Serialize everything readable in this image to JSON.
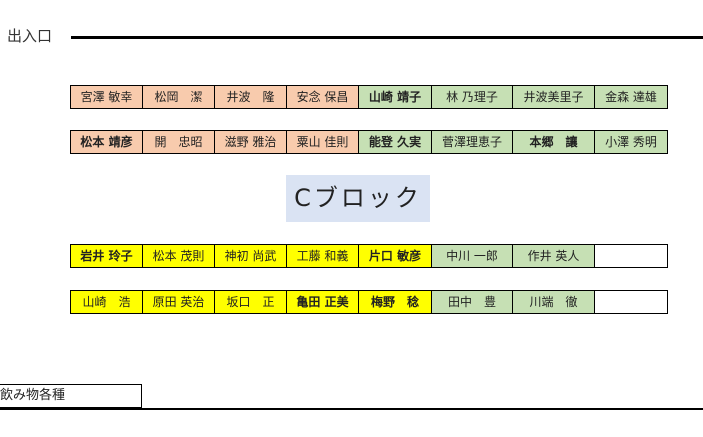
{
  "entrance": {
    "label": "出入口"
  },
  "block": {
    "label": "Cブロック",
    "color": "#dae3f3"
  },
  "colors": {
    "orange": "#f8cbad",
    "green": "#c6e0b4",
    "yellow": "#ffff00",
    "empty": "#ffffff"
  },
  "rows": [
    {
      "seats": [
        {
          "name": "宮澤 敏幸",
          "color": "orange"
        },
        {
          "name": "松岡　潔",
          "color": "orange"
        },
        {
          "name": "井波　隆",
          "color": "orange"
        },
        {
          "name": "安念 保昌",
          "color": "orange"
        },
        {
          "name": "山崎 靖子",
          "color": "green"
        },
        {
          "name": "林 乃理子",
          "color": "green"
        },
        {
          "name": "井波美里子",
          "color": "green"
        },
        {
          "name": "金森 達雄",
          "color": "green"
        }
      ]
    },
    {
      "seats": [
        {
          "name": "松本 靖彦",
          "color": "orange"
        },
        {
          "name": "開　忠昭",
          "color": "orange"
        },
        {
          "name": "滋野 雅治",
          "color": "orange"
        },
        {
          "name": "粟山 佳則",
          "color": "orange"
        },
        {
          "name": "能登 久実",
          "color": "green"
        },
        {
          "name": "菅澤理恵子",
          "color": "green"
        },
        {
          "name": "本郷　讓",
          "color": "green"
        },
        {
          "name": "小澤 秀明",
          "color": "green"
        }
      ]
    },
    {
      "seats": [
        {
          "name": "岩井 玲子",
          "color": "yellow"
        },
        {
          "name": "松本 茂則",
          "color": "yellow"
        },
        {
          "name": "神初 尚武",
          "color": "yellow"
        },
        {
          "name": "工藤 和義",
          "color": "yellow"
        },
        {
          "name": "片口 敏彦",
          "color": "yellow"
        },
        {
          "name": "中川 一郎",
          "color": "green"
        },
        {
          "name": "作井 英人",
          "color": "green"
        },
        {
          "name": "",
          "color": "empty"
        }
      ]
    },
    {
      "seats": [
        {
          "name": "山崎　浩",
          "color": "yellow"
        },
        {
          "name": "原田 英治",
          "color": "yellow"
        },
        {
          "name": "坂口　正",
          "color": "yellow"
        },
        {
          "name": "亀田 正美",
          "color": "yellow"
        },
        {
          "name": "梅野　稔",
          "color": "yellow"
        },
        {
          "name": "田中　豊",
          "color": "green"
        },
        {
          "name": "川端　徹",
          "color": "green"
        },
        {
          "name": "",
          "color": "empty"
        }
      ]
    }
  ],
  "drinks": {
    "label": "飲み物各種"
  }
}
